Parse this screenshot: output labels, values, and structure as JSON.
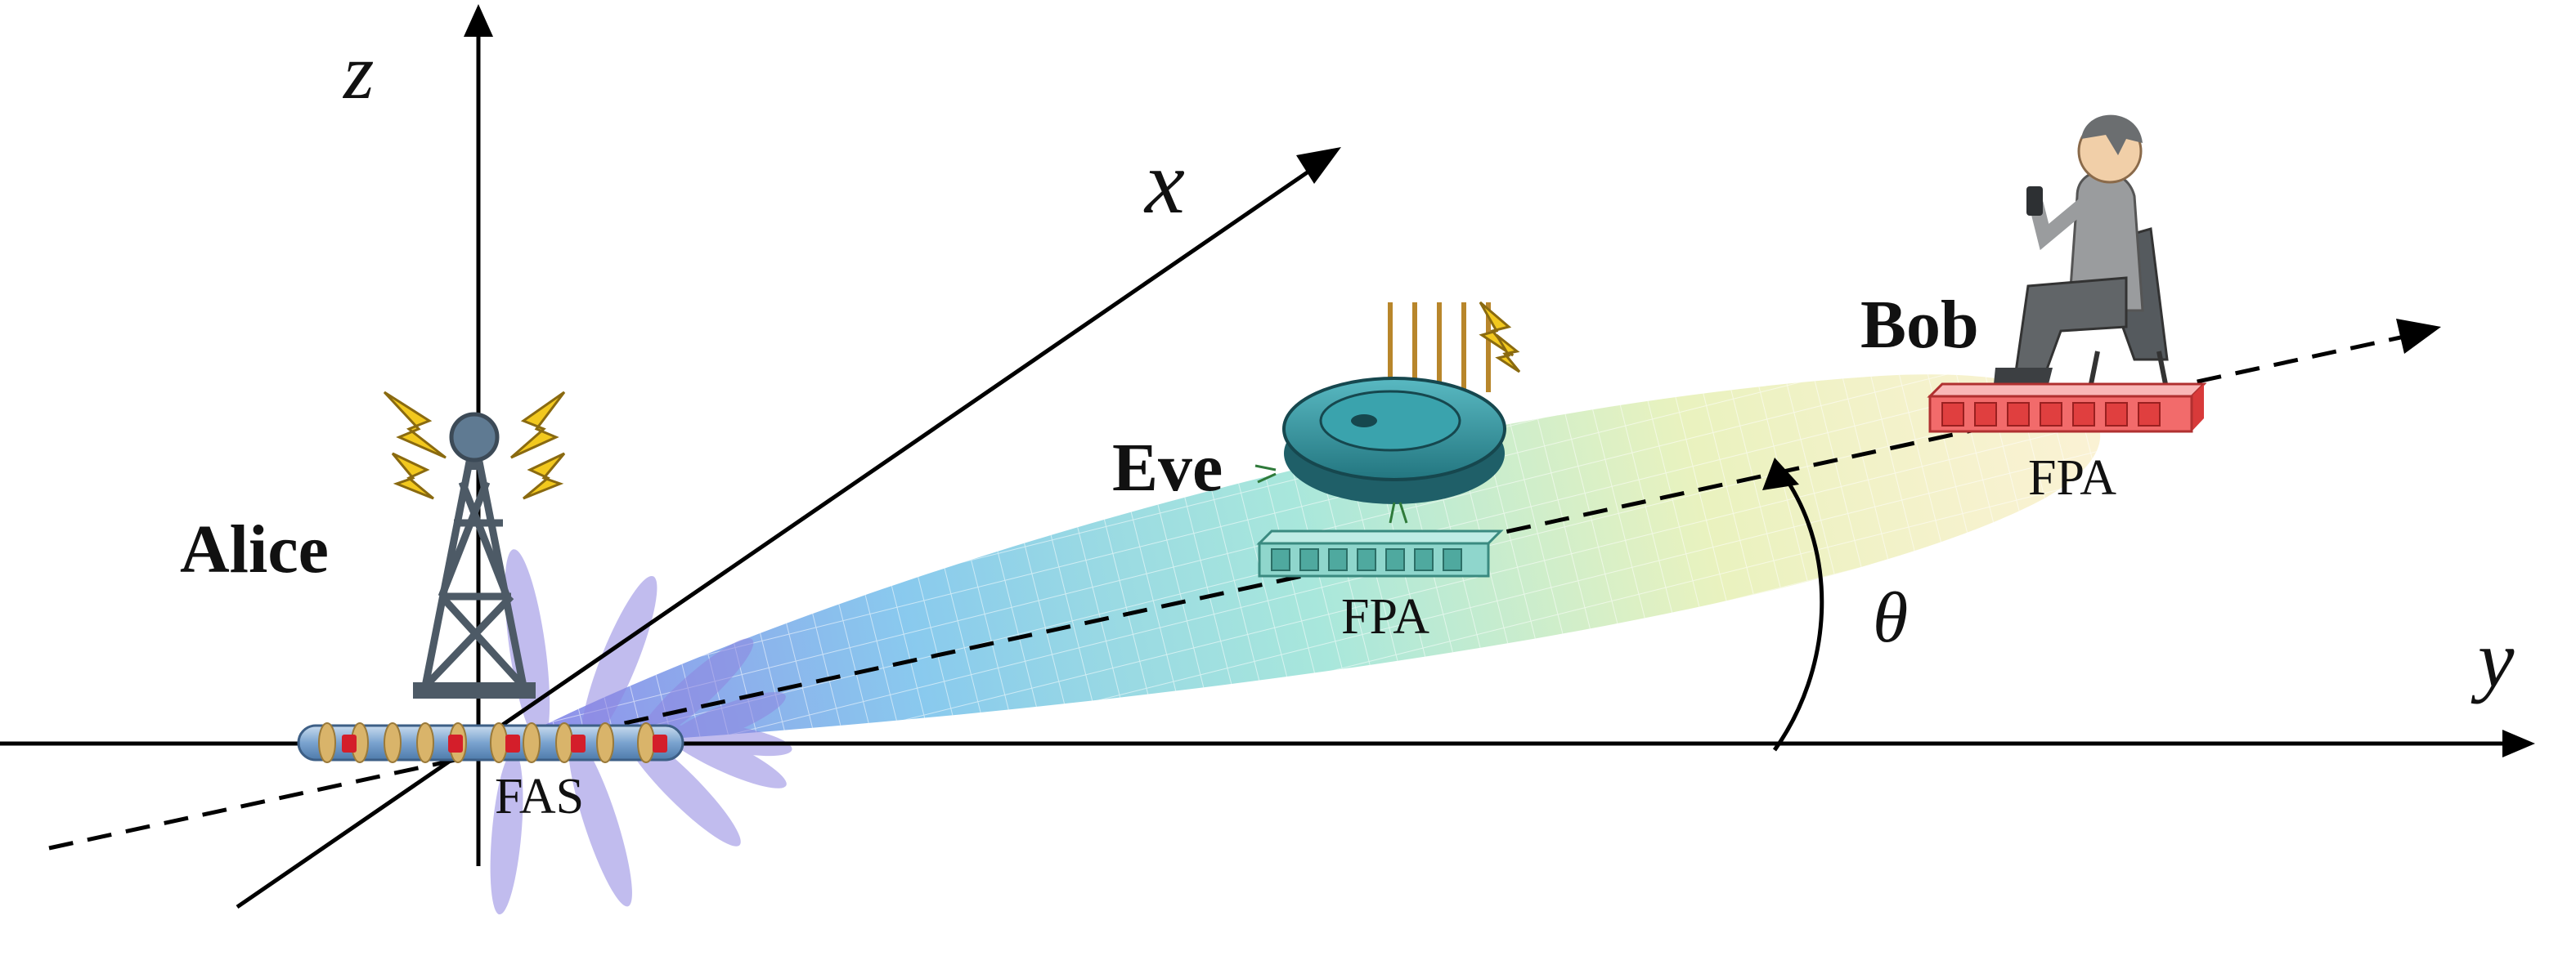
{
  "axes": {
    "z": "z",
    "x": "x",
    "y": "y",
    "theta": "θ"
  },
  "nodes": {
    "alice": {
      "name": "Alice",
      "antenna": "FAS"
    },
    "eve": {
      "name": "Eve",
      "antenna": "FPA"
    },
    "bob": {
      "name": "Bob",
      "antenna": "FPA"
    }
  },
  "colors": {
    "axis": "#000000",
    "tower": "#4d5a66",
    "fas_body": "#8fb3d9",
    "fas_ring": "#d9b46a",
    "fas_port": "#d41e2a",
    "eve_array": "#8fd6cc",
    "eve_robot": "#2f8f9a",
    "bob_array": "#f26b6b",
    "sidelobe": "#8f86e0",
    "lightning": "#f2c81e"
  },
  "icons": {
    "tower": "transmit-tower-icon",
    "robot": "robot-vacuum-icon",
    "person": "seated-person-phone-icon",
    "lightning": "lightning-icon"
  }
}
